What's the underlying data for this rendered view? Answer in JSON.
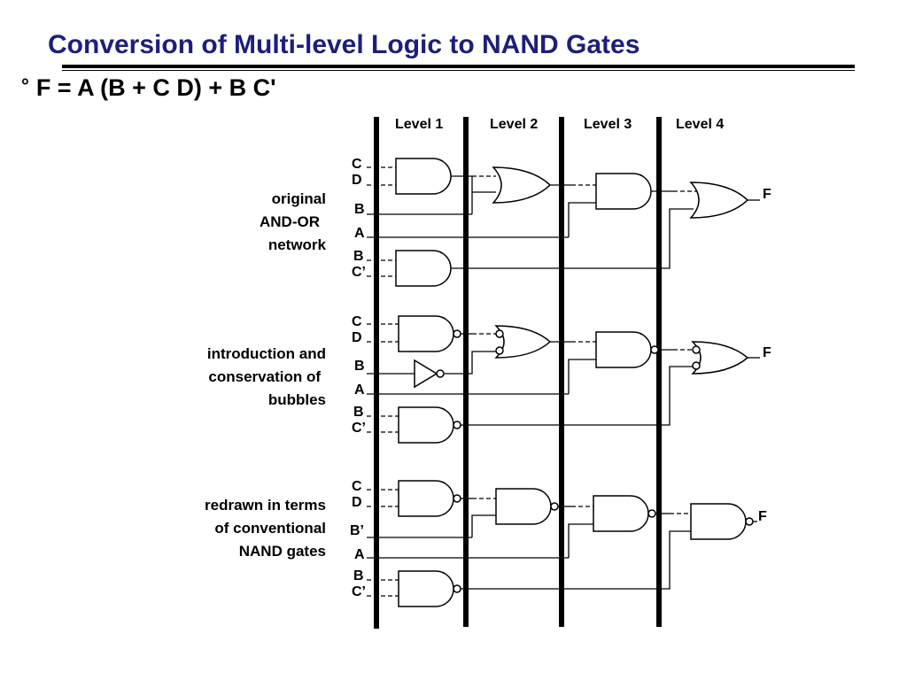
{
  "header": {
    "title": "Conversion of Multi-level Logic to NAND Gates",
    "bullet": "°",
    "equation": "F = A (B + C D) + B C'"
  },
  "levels": [
    "Level 1",
    "Level 2",
    "Level 3",
    "Level 4"
  ],
  "rows": [
    {
      "label": [
        "original",
        "AND-OR",
        "network"
      ],
      "inputs": [
        "C",
        "D",
        "B",
        "A",
        "B",
        "C’"
      ],
      "output": "F"
    },
    {
      "label": [
        "introduction and",
        "conservation of",
        "bubbles"
      ],
      "inputs": [
        "C",
        "D",
        "B",
        "A",
        "B",
        "C’"
      ],
      "output": "F"
    },
    {
      "label": [
        "redrawn in terms",
        "of conventional",
        "NAND gates"
      ],
      "inputs": [
        "C",
        "D",
        "B’",
        "A",
        "B",
        "C’"
      ],
      "output": "F"
    }
  ]
}
